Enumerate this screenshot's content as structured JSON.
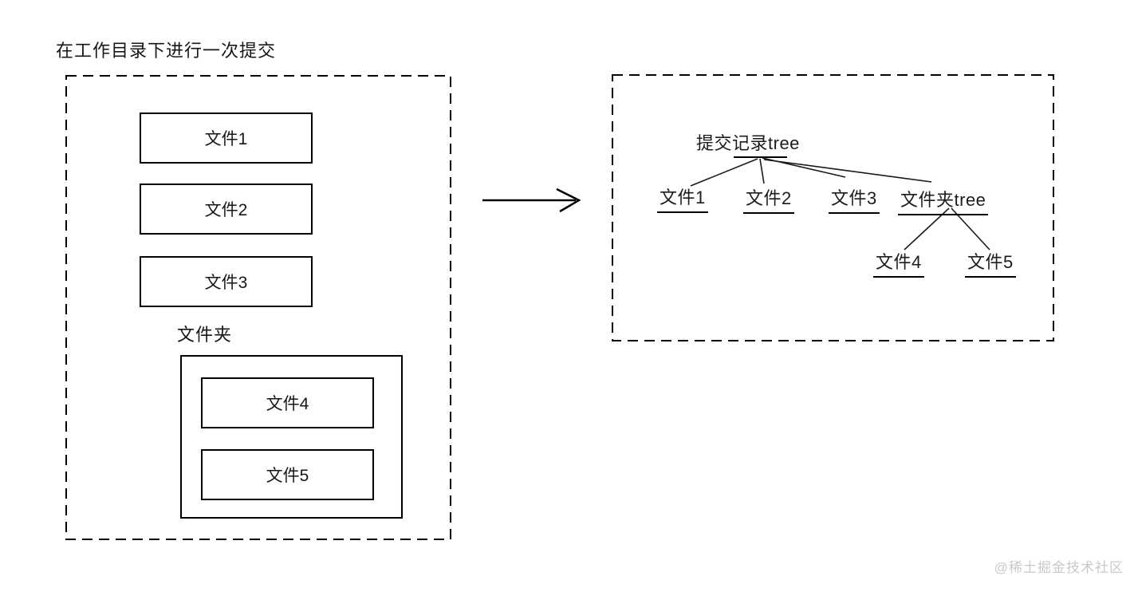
{
  "title": "在工作目录下进行一次提交",
  "workspace": {
    "files": [
      "文件1",
      "文件2",
      "文件3"
    ],
    "folder_label": "文件夹",
    "folder_files": [
      "文件4",
      "文件5"
    ]
  },
  "commit_tree": {
    "root_label": "提交记录tree",
    "children": [
      "文件1",
      "文件2",
      "文件3",
      "文件夹tree"
    ],
    "folder_children": [
      "文件4",
      "文件5"
    ]
  },
  "watermark": "@稀土掘金技术社区",
  "colors": {
    "line": "#000000",
    "text": "#161616",
    "background": "#ffffff",
    "watermark": "#c9c9c9"
  }
}
